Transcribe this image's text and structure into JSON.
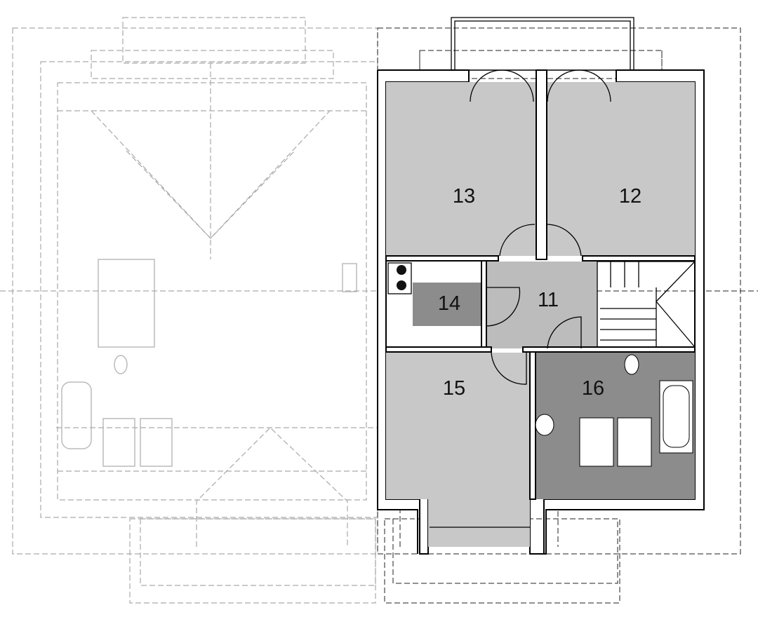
{
  "plan": {
    "rooms": [
      {
        "id": "13",
        "label": "13"
      },
      {
        "id": "12",
        "label": "12"
      },
      {
        "id": "14",
        "label": "14"
      },
      {
        "id": "11",
        "label": "11"
      },
      {
        "id": "15",
        "label": "15"
      },
      {
        "id": "16",
        "label": "16"
      }
    ],
    "colors": {
      "light": "#c8c8c8",
      "hall": "#bcbcbc",
      "dark": "#8c8c8c",
      "wall": "#000000",
      "ghost": "#aaaaaa"
    }
  }
}
